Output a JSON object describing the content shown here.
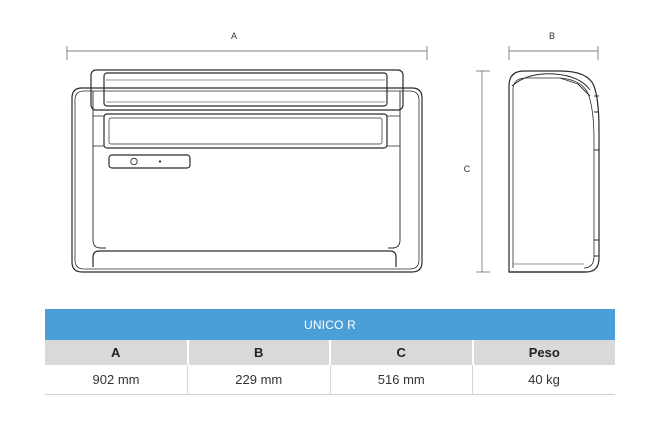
{
  "drawing": {
    "dimensions": {
      "width_label": "A",
      "depth_label": "B",
      "height_label": "C"
    },
    "stroke_color": "#2a2a2a"
  },
  "table": {
    "title": "UNICO R",
    "columns": [
      "A",
      "B",
      "C",
      "Peso"
    ],
    "values": [
      "902 mm",
      "229 mm",
      "516 mm",
      "40 kg"
    ],
    "title_bg": "#4b9fd8",
    "header_bg": "#d9d9d9"
  }
}
